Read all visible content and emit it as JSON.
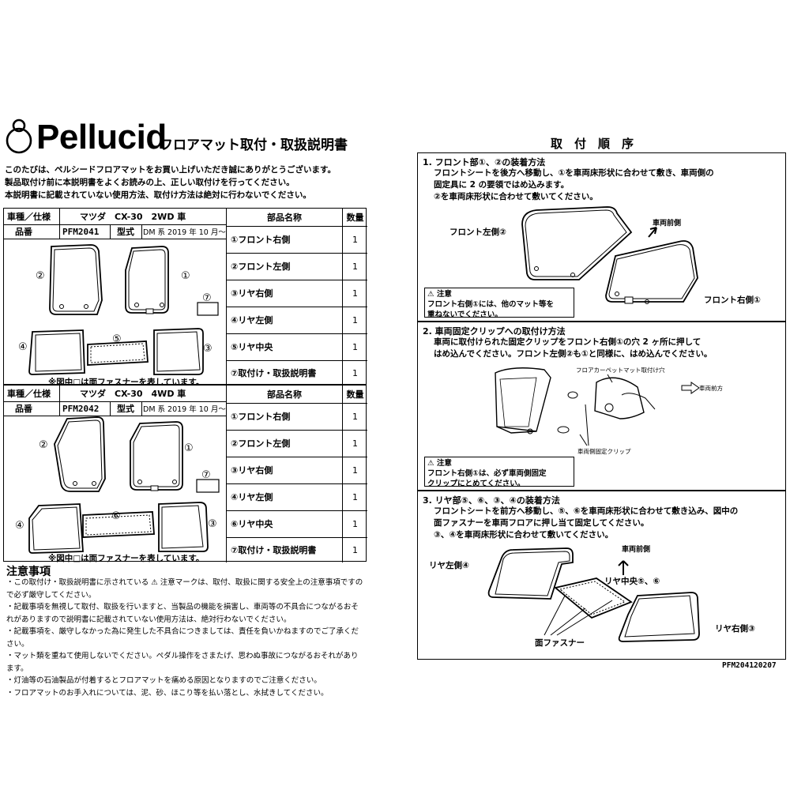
{
  "brand": {
    "name": "Pellucid",
    "subtitle": "フロアマット取付・取扱説明書"
  },
  "intro": [
    "このたびは、ペルシードフロアマットをお買い上げいただき誠にありがとうございます。",
    "製品取付け前に本説明書をよくお読みの上、正しい取付けを行ってください。",
    "本説明書に記載されていない使用方法、取付け方法は絶対に行わないでください。"
  ],
  "tables": [
    {
      "vehicle_label": "車種／仕様",
      "vehicle_value": "マツダ　CX-30　2WD 車",
      "part_label": "品番",
      "part_value": "PFM2041",
      "type_label": "型式",
      "type_value": "DM 系 2019 年 10 月～",
      "parts_header": "部品名称",
      "qty_header": "数量",
      "parts": [
        {
          "name": "①フロント右側",
          "qty": "1"
        },
        {
          "name": "②フロント左側",
          "qty": "1"
        },
        {
          "name": "③リヤ右側",
          "qty": "1"
        },
        {
          "name": "④リヤ左側",
          "qty": "1"
        },
        {
          "name": "⑤リヤ中央",
          "qty": "1"
        },
        {
          "name": "⑦取付け・取扱説明書",
          "qty": "1"
        }
      ],
      "labels": {
        "front_left": "②",
        "front_right": "①",
        "manual": "⑦",
        "rear_left": "④",
        "rear_center": "⑤",
        "rear_right": "③"
      },
      "note": "※図中□は面ファスナーを表しています。"
    },
    {
      "vehicle_label": "車種／仕様",
      "vehicle_value": "マツダ　CX-30　4WD 車",
      "part_label": "品番",
      "part_value": "PFM2042",
      "type_label": "型式",
      "type_value": "DM 系 2019 年 10 月～",
      "parts_header": "部品名称",
      "qty_header": "数量",
      "parts": [
        {
          "name": "①フロント右側",
          "qty": "1"
        },
        {
          "name": "②フロント左側",
          "qty": "1"
        },
        {
          "name": "③リヤ右側",
          "qty": "1"
        },
        {
          "name": "④リヤ左側",
          "qty": "1"
        },
        {
          "name": "⑥リヤ中央",
          "qty": "1"
        },
        {
          "name": "⑦取付け・取扱説明書",
          "qty": "1"
        }
      ],
      "labels": {
        "front_left": "②",
        "front_right": "①",
        "manual": "⑦",
        "rear_left": "④",
        "rear_center": "⑥",
        "rear_right": "③"
      },
      "note": "※図中□は面ファスナーを表しています。"
    }
  ],
  "cautions": {
    "title": "注意事項",
    "items": [
      "・この取付け・取扱説明書に示されている ⚠ 注意マークは、取付、取扱に関する安全上の注意事項ですので必ず厳守してください。",
      "・記載事項を無視して取付、取扱を行いますと、当製品の機能を損害し、車両等の不具合につながるおそれがありますので説明書に記載されていない使用方法は、絶対行わないでください。",
      "・記載事項を、厳守しなかった為に発生した不具合につきましては、責任を負いかねますのでご了承ください。",
      "・マット類を重ねて使用しないでください。ペダル操作をさまたげ、思わぬ事故につながるおそれがあります。",
      "・灯油等の石油製品が付着するとフロアマットを痛める原因となりますのでご注意ください。",
      "・フロアマットのお手入れについては、泥、砂、ほこり等を払い落とし、水拭きしてください。"
    ]
  },
  "order": {
    "title": "取　付　順　序",
    "step1": {
      "title": "1. フロント部①、②の装着方法",
      "text": [
        "フロントシートを後方へ移動し、①を車両床形状に合わせて敷き、車両側の",
        "固定具に 2 の要領ではめ込みます。",
        "②を車両床形状に合わせて敷いてください。"
      ],
      "label_left": "フロント左側②",
      "label_right": "フロント右側①",
      "label_dir": "車両前側",
      "caution_title": "注意",
      "caution_text": [
        "フロント右側①には、他のマット等を",
        "重ねないでください。"
      ]
    },
    "step2": {
      "title": "2. 車両固定クリップへの取付け方法",
      "text": [
        "車両に取付けられた固定クリップをフロント右側①の穴 2 ヶ所に押して",
        "はめ込んでください。フロント左側②も①と同様に、はめ込んでください。"
      ],
      "label_hole": "フロアカーペットマット取付け穴",
      "label_dir": "車両前方",
      "label_clip": "車両側固定クリップ",
      "caution_title": "注意",
      "caution_text": [
        "フロント右側①は、必ず車両側固定",
        "クリップにとめてください。"
      ]
    },
    "step3": {
      "title": "3. リヤ部⑤、⑥、③、④の装着方法",
      "text": [
        "フロントシートを前方へ移動し、⑤、⑥を車両床形状に合わせて敷き込み、図中の",
        "面ファスナーを車両フロアに押し当て固定してください。",
        "③、④を車両床形状に合わせて敷いてください。"
      ],
      "label_left": "リヤ左側④",
      "label_center": "リヤ中央⑤、⑥",
      "label_right": "リヤ右側③",
      "label_dir": "車両前側",
      "label_fastener": "面ファスナー"
    }
  },
  "doc_code": "PFM204120207"
}
